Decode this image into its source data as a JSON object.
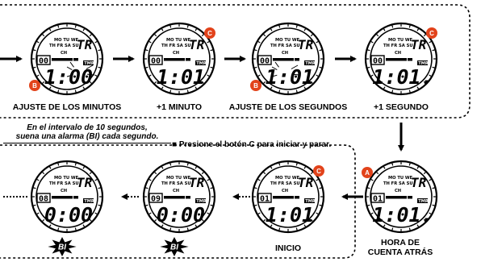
{
  "colors": {
    "ink": "#000000",
    "accent": "#e2431b",
    "paper": "#ffffff"
  },
  "top_row": [
    {
      "caption": "AJUSTE DE LOS MINUTOS",
      "button": "B",
      "time": "1:00",
      "sub": "00"
    },
    {
      "caption": "+1 MINUTO",
      "button": "C",
      "time": "1:01",
      "sub": "00"
    },
    {
      "caption": "AJUSTE DE LOS SEGUNDOS",
      "button": "B",
      "time": "1:01",
      "sub": "00"
    },
    {
      "caption": "+1 SEGUNDO",
      "button": "C",
      "time": "1:01.",
      "sub": "00"
    }
  ],
  "bottom_row": [
    {
      "caption": "",
      "time": "0:00",
      "sub": "08",
      "alarm": "BI"
    },
    {
      "caption": "",
      "time": "0:00",
      "sub": "09",
      "alarm": "BI"
    },
    {
      "caption": "INICIO",
      "button": "C",
      "time": "1:01",
      "sub": "01"
    },
    {
      "caption": "HORA DE CUENTA ATRÁS",
      "caption_line1": "HORA DE",
      "caption_line2": "CUENTA ATRÁS",
      "button": "A",
      "time": "1:01.",
      "sub": "01"
    }
  ],
  "dial": {
    "days_top": "MO TU WE",
    "days_bottom": "TH FR SA SU",
    "day_code": "TR",
    "ch": "CH",
    "tmr": "TMR"
  },
  "notes": {
    "interval_line1": "En el intervalo de 10 segundos,",
    "interval_line2": "suena una alarma (BI) cada segundo.",
    "press": "Presione el botón C para iniciar y parar.",
    "press_bullet": "■"
  }
}
